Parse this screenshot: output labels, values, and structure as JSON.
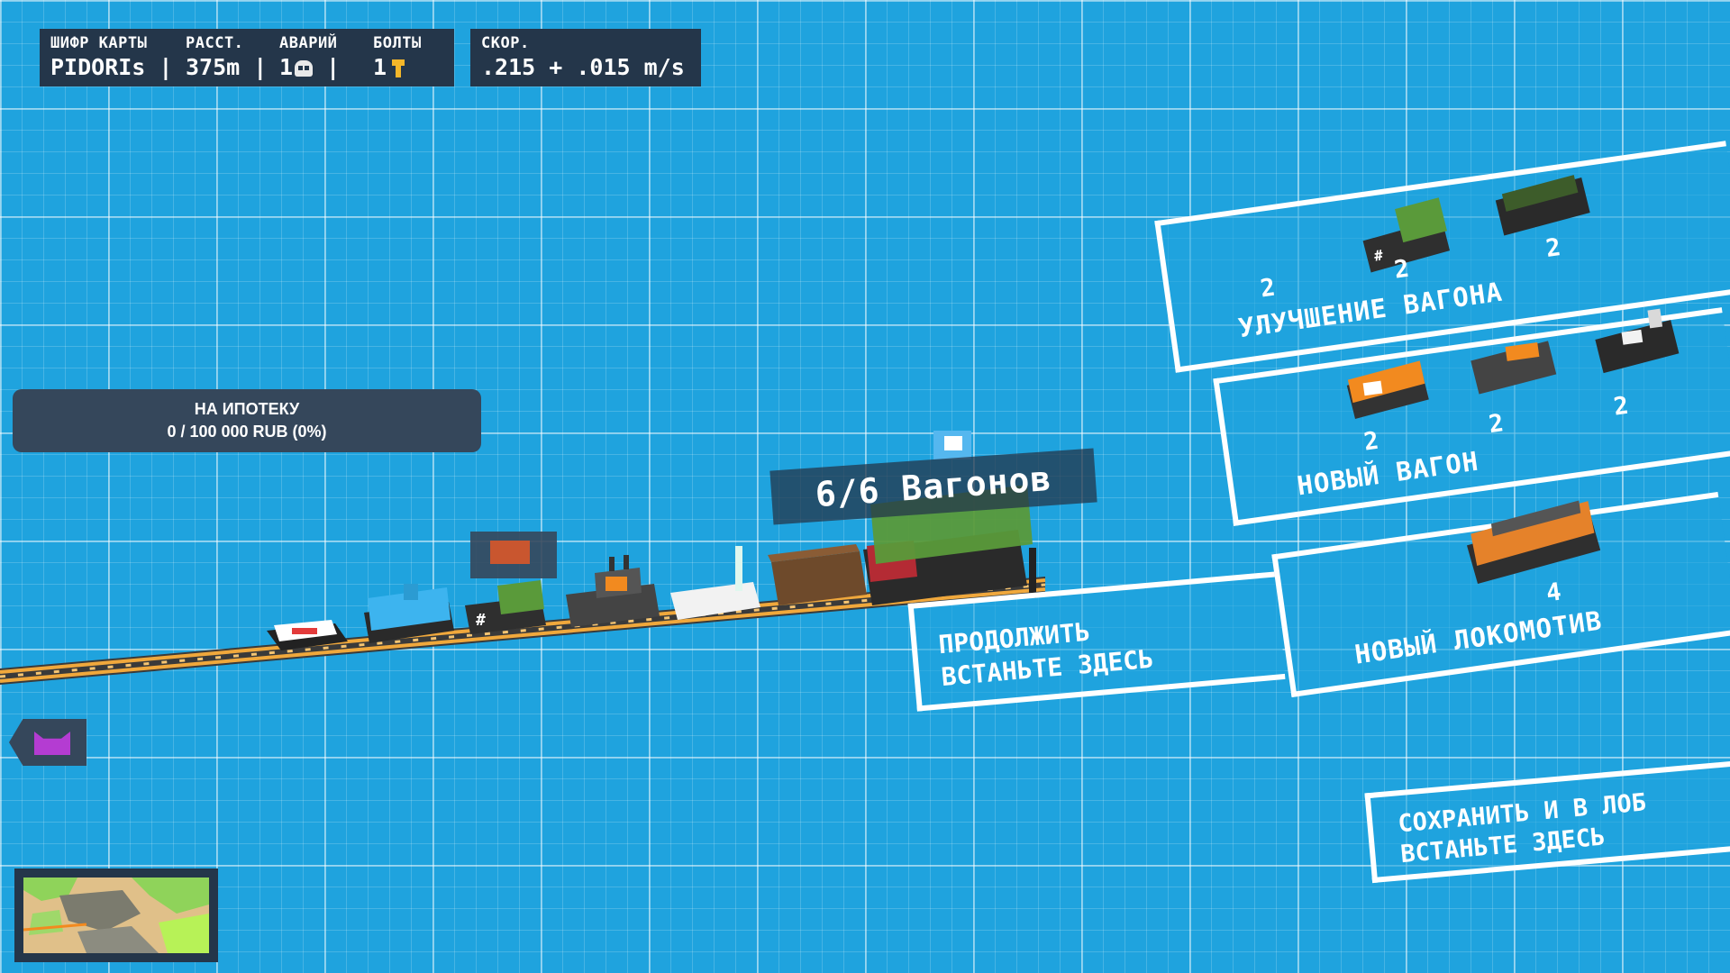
{
  "hud": {
    "labels": [
      "ШИФР КАРТЫ",
      "РАССТ.",
      "АВАРИЙ",
      "БОЛТЫ"
    ],
    "seed": "PIDORIs",
    "distance": "375m",
    "crashes": "1",
    "bolts": "1",
    "speed_label": "СКОР.",
    "speed_value": ".215 + .015 m/s",
    "icons": {
      "crashes": "skull-icon",
      "bolts": "bolt-icon"
    }
  },
  "mortgage": {
    "title": "НА ИПОТЕКУ",
    "value": "0 / 100 000 RUB (0%)"
  },
  "train": {
    "wagons_label": "6/6 Вагонов"
  },
  "zones": {
    "continue": {
      "line1": "ПРОДОЛЖИТЬ",
      "line2": "ВСТАНЬТЕ ЗДЕСЬ"
    },
    "save": {
      "line1": "СОХРАНИТЬ И В ЛОБ",
      "line2": "ВСТАНЬТЕ ЗДЕСЬ"
    },
    "upgrade": {
      "title": "УЛУЧШЕНИЕ ВАГОНА",
      "prices": [
        "2",
        "2",
        "2"
      ]
    },
    "new_car": {
      "title": "НОВЫЙ ВАГОН",
      "prices": [
        "2",
        "2",
        "2"
      ]
    },
    "new_loco": {
      "title": "НОВЫЙ ЛОКОМОТИВ",
      "price": "4"
    }
  },
  "colors": {
    "background": "#1fa3de",
    "hud_panel": "#24364a",
    "accent_orange": "#f28a1f",
    "loco_green": "#5a9a3a"
  }
}
